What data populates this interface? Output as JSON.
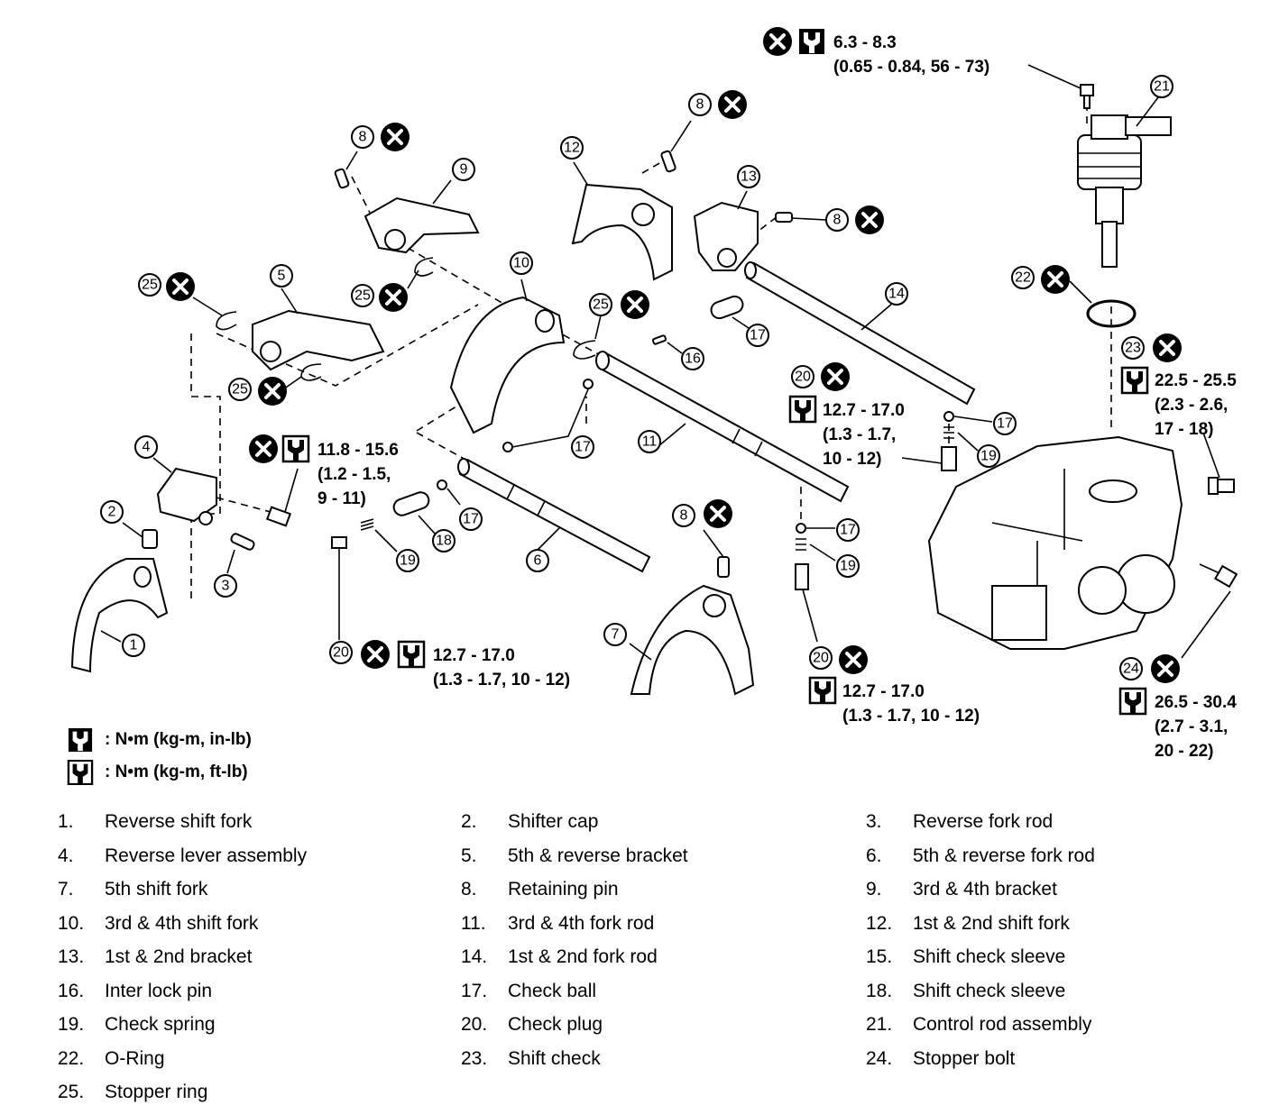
{
  "torque_specs": {
    "control_rod_bolt": {
      "line1": "6.3 - 8.3",
      "line2": "(0.65 - 0.84, 56 - 73)"
    },
    "reverse_lever_bolt": {
      "line1": "11.8 - 15.6",
      "line2": "(1.2 - 1.5,",
      "line3": "9 - 11)"
    },
    "check_plug_upper": {
      "line1": "12.7 - 17.0",
      "line2": "(1.3 - 1.7,",
      "line3": "10 - 12)"
    },
    "check_plug_left": {
      "line1": "12.7 - 17.0",
      "line2": "(1.3 - 1.7, 10 - 12)"
    },
    "check_plug_right": {
      "line1": "12.7 - 17.0",
      "line2": "(1.3 - 1.7, 10 - 12)"
    },
    "shift_check": {
      "line1": "22.5 - 25.5",
      "line2": "(2.3 - 2.6,",
      "line3": "17 - 18)"
    },
    "stopper_bolt": {
      "line1": "26.5 - 30.4",
      "line2": "(2.7 - 3.1,",
      "line3": "20 - 22)"
    }
  },
  "callouts": {
    "c1": "1",
    "c2": "2",
    "c3": "3",
    "c4": "4",
    "c5": "5",
    "c6": "6",
    "c7": "7",
    "c8": "8",
    "c9": "9",
    "c10": "10",
    "c11": "11",
    "c12": "12",
    "c13": "13",
    "c14": "14",
    "c16": "16",
    "c17": "17",
    "c18": "18",
    "c19": "19",
    "c20": "20",
    "c21": "21",
    "c22": "22",
    "c23": "23",
    "c24": "24",
    "c25": "25"
  },
  "legend": [
    {
      "icon": "torque-wrench-inlb-icon",
      "text": ": N•m (kg-m, in-lb)"
    },
    {
      "icon": "torque-wrench-ftlb-icon",
      "text": ": N•m (kg-m, ft-lb)"
    }
  ],
  "parts": [
    {
      "num": "1.",
      "name": "Reverse shift fork"
    },
    {
      "num": "2.",
      "name": "Shifter cap"
    },
    {
      "num": "3.",
      "name": "Reverse fork rod"
    },
    {
      "num": "4.",
      "name": "Reverse lever assembly"
    },
    {
      "num": "5.",
      "name": "5th & reverse bracket"
    },
    {
      "num": "6.",
      "name": "5th & reverse fork rod"
    },
    {
      "num": "7.",
      "name": "5th shift fork"
    },
    {
      "num": "8.",
      "name": "Retaining pin"
    },
    {
      "num": "9.",
      "name": "3rd & 4th bracket"
    },
    {
      "num": "10.",
      "name": "3rd & 4th shift fork"
    },
    {
      "num": "11.",
      "name": "3rd & 4th fork rod"
    },
    {
      "num": "12.",
      "name": "1st & 2nd shift fork"
    },
    {
      "num": "13.",
      "name": "1st & 2nd bracket"
    },
    {
      "num": "14.",
      "name": "1st & 2nd fork rod"
    },
    {
      "num": "15.",
      "name": "Shift check sleeve"
    },
    {
      "num": "16.",
      "name": "Inter lock pin"
    },
    {
      "num": "17.",
      "name": "Check ball"
    },
    {
      "num": "18.",
      "name": "Shift check sleeve"
    },
    {
      "num": "19.",
      "name": "Check spring"
    },
    {
      "num": "20.",
      "name": "Check plug"
    },
    {
      "num": "21.",
      "name": "Control rod assembly"
    },
    {
      "num": "22.",
      "name": "O-Ring"
    },
    {
      "num": "23.",
      "name": "Shift check"
    },
    {
      "num": "24.",
      "name": "Stopper bolt"
    },
    {
      "num": "25.",
      "name": "Stopper ring"
    }
  ]
}
